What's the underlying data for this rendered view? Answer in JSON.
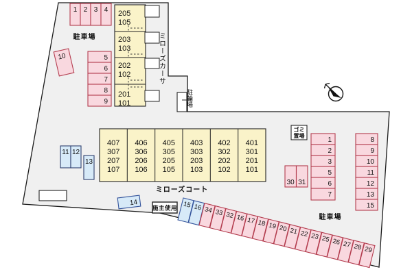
{
  "colors": {
    "site_fill": "#f0f0f0",
    "building_fill": "#faf3c9",
    "pink_slot_fill": "#f9d8df",
    "pink_slot_stroke": "#b33c4e",
    "blue_slot_fill": "#d7eaf8",
    "blue_slot_stroke": "#33539b",
    "outline": "#1a1a1a"
  },
  "buildings": {
    "left": {
      "name": "ミローズカーサ",
      "units": [
        {
          "upper": "205",
          "lower": "105"
        },
        {
          "upper": "203",
          "lower": "103"
        },
        {
          "upper": "202",
          "lower": "102"
        },
        {
          "upper": "201",
          "lower": "101"
        }
      ]
    },
    "center": {
      "name": "ミローズコート",
      "columns": [
        [
          "407",
          "307",
          "207",
          "107"
        ],
        [
          "406",
          "306",
          "206",
          "106"
        ],
        [
          "405",
          "305",
          "205",
          "105"
        ],
        [
          "403",
          "303",
          "203",
          "103"
        ],
        [
          "402",
          "302",
          "202",
          "102"
        ],
        [
          "401",
          "301",
          "201",
          "101"
        ]
      ]
    }
  },
  "labels": {
    "parking_nw": "駐車場",
    "parking_se": "駐車場",
    "bicycle_parking": "駐輪場",
    "garbage": [
      "ゴミ",
      "置場"
    ],
    "owner_use": "施主使用"
  },
  "slots": {
    "nw_row": [
      "1",
      "2",
      "3",
      "4"
    ],
    "nw_angled": "10",
    "nw_col": [
      "5",
      "6",
      "7",
      "8",
      "9"
    ],
    "west_blue": [
      "11",
      "12",
      "13"
    ],
    "owner": "14",
    "diagonal": [
      "15",
      "16",
      "34",
      "33",
      "32",
      "16",
      "17",
      "18",
      "19",
      "20",
      "21",
      "22",
      "23",
      "25",
      "26",
      "27",
      "28",
      "29"
    ],
    "east_pair": [
      "30",
      "31"
    ],
    "east_col_a": [
      "1",
      "2",
      "3",
      "5",
      "6",
      "7"
    ],
    "east_col_b": [
      "8",
      "9",
      "10",
      "11",
      "12",
      "13",
      "15"
    ]
  }
}
